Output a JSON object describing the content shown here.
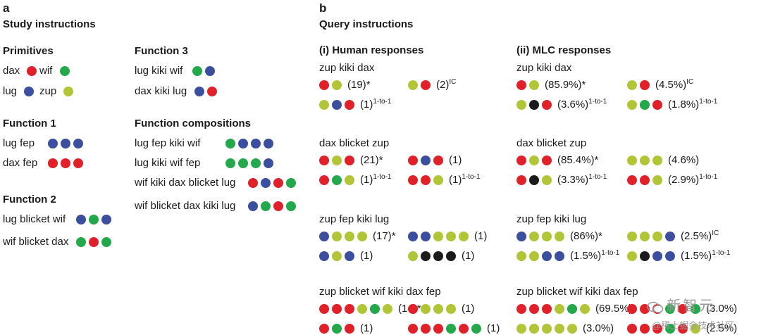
{
  "colors": {
    "red": "#e02129",
    "green": "#23a94b",
    "blue": "#3c4f9e",
    "lime": "#b2c536",
    "black": "#1b1b1b"
  },
  "panel_a": {
    "letter": "a",
    "title": "Study instructions",
    "primitives": {
      "title": "Primitives",
      "items": [
        {
          "word": "dax",
          "dots": [
            "red"
          ]
        },
        {
          "word": "wif",
          "dots": [
            "green"
          ]
        },
        {
          "word": "lug",
          "dots": [
            "blue"
          ]
        },
        {
          "word": "zup",
          "dots": [
            "lime"
          ]
        }
      ]
    },
    "function1": {
      "title": "Function 1",
      "items": [
        {
          "text": "lug fep",
          "dots": [
            "blue",
            "blue",
            "blue"
          ]
        },
        {
          "text": "dax fep",
          "dots": [
            "red",
            "red",
            "red"
          ]
        }
      ]
    },
    "function2": {
      "title": "Function 2",
      "items": [
        {
          "text": "lug blicket wif",
          "dots": [
            "blue",
            "green",
            "blue"
          ]
        },
        {
          "text": "wif blicket dax",
          "dots": [
            "green",
            "red",
            "green"
          ]
        }
      ]
    },
    "function3": {
      "title": "Function 3",
      "items": [
        {
          "text": "lug kiki wif",
          "dots": [
            "green",
            "blue"
          ]
        },
        {
          "text": "dax kiki lug",
          "dots": [
            "blue",
            "red"
          ]
        }
      ]
    },
    "compositions": {
      "title": "Function compositions",
      "items": [
        {
          "text": "lug fep kiki wif",
          "dots": [
            "green",
            "blue",
            "blue",
            "blue"
          ]
        },
        {
          "text": "lug kiki wif fep",
          "dots": [
            "green",
            "green",
            "green",
            "blue"
          ]
        },
        {
          "text": "wif kiki dax blicket lug",
          "dots": [
            "red",
            "blue",
            "red",
            "green"
          ]
        },
        {
          "text": "wif blicket dax kiki lug",
          "dots": [
            "blue",
            "green",
            "red",
            "green"
          ]
        }
      ]
    }
  },
  "panel_b": {
    "letter": "b",
    "title": "Query instructions",
    "human": {
      "title": "(i) Human responses",
      "queries": [
        {
          "phrase": "zup kiki dax",
          "responses": [
            {
              "dots": [
                "red",
                "lime"
              ],
              "count": "(19)",
              "tag": "*"
            },
            {
              "dots": [
                "lime",
                "red"
              ],
              "count": "(2)",
              "tag": "IC"
            },
            {
              "dots": [
                "lime",
                "blue",
                "red"
              ],
              "count": "(1)",
              "tag": "1-to-1"
            }
          ]
        },
        {
          "phrase": "dax blicket zup",
          "responses": [
            {
              "dots": [
                "red",
                "lime",
                "red"
              ],
              "count": "(21)",
              "tag": "*"
            },
            {
              "dots": [
                "red",
                "blue",
                "red"
              ],
              "count": "(1)",
              "tag": ""
            },
            {
              "dots": [
                "red",
                "green",
                "lime"
              ],
              "count": "(1)",
              "tag": "1-to-1"
            },
            {
              "dots": [
                "red",
                "red",
                "lime"
              ],
              "count": "(1)",
              "tag": "1-to-1"
            }
          ]
        },
        {
          "phrase": "zup fep kiki lug",
          "responses": [
            {
              "dots": [
                "blue",
                "lime",
                "lime",
                "lime"
              ],
              "count": "(17)",
              "tag": "*"
            },
            {
              "dots": [
                "blue",
                "blue",
                "lime",
                "lime",
                "lime"
              ],
              "count": "(1)",
              "tag": ""
            },
            {
              "dots": [
                "blue",
                "lime",
                "blue"
              ],
              "count": "(1)",
              "tag": ""
            },
            {
              "dots": [
                "lime",
                "black",
                "black",
                "black"
              ],
              "count": "(1)",
              "tag": ""
            }
          ]
        },
        {
          "phrase": "zup blicket wif kiki dax fep",
          "responses": [
            {
              "dots": [
                "red",
                "red",
                "red",
                "lime",
                "green",
                "lime"
              ],
              "count": "(14)",
              "tag": "*"
            },
            {
              "dots": [
                "red",
                "lime",
                "lime",
                "lime"
              ],
              "count": "(1)",
              "tag": ""
            },
            {
              "dots": [
                "red",
                "green",
                "red"
              ],
              "count": "(1)",
              "tag": ""
            },
            {
              "dots": [
                "red",
                "red",
                "red",
                "green",
                "red",
                "green"
              ],
              "count": "(1)",
              "tag": ""
            }
          ]
        }
      ]
    },
    "mlc": {
      "title": "(ii) MLC responses",
      "queries": [
        {
          "phrase": "zup kiki dax",
          "responses": [
            {
              "dots": [
                "red",
                "lime"
              ],
              "count": "(85.9%)",
              "tag": "*"
            },
            {
              "dots": [
                "lime",
                "red"
              ],
              "count": "(4.5%)",
              "tag": "IC"
            },
            {
              "dots": [
                "lime",
                "black",
                "red"
              ],
              "count": "(3.6%)",
              "tag": "1-to-1"
            },
            {
              "dots": [
                "lime",
                "green",
                "red"
              ],
              "count": "(1.8%)",
              "tag": "1-to-1"
            }
          ]
        },
        {
          "phrase": "dax blicket zup",
          "responses": [
            {
              "dots": [
                "red",
                "lime",
                "red"
              ],
              "count": "(85.4%)",
              "tag": "*"
            },
            {
              "dots": [
                "lime",
                "lime",
                "lime"
              ],
              "count": "(4.6%)",
              "tag": ""
            },
            {
              "dots": [
                "red",
                "black",
                "lime"
              ],
              "count": "(3.3%)",
              "tag": "1-to-1"
            },
            {
              "dots": [
                "red",
                "red",
                "lime"
              ],
              "count": "(2.9%)",
              "tag": "1-to-1"
            }
          ]
        },
        {
          "phrase": "zup fep kiki lug",
          "responses": [
            {
              "dots": [
                "blue",
                "lime",
                "lime",
                "lime"
              ],
              "count": "(86%)",
              "tag": "*"
            },
            {
              "dots": [
                "lime",
                "lime",
                "lime",
                "blue"
              ],
              "count": "(2.5%)",
              "tag": "IC"
            },
            {
              "dots": [
                "lime",
                "lime",
                "blue",
                "blue"
              ],
              "count": "(1.5%)",
              "tag": "1-to-1"
            },
            {
              "dots": [
                "lime",
                "black",
                "blue",
                "blue"
              ],
              "count": "(1.5%)",
              "tag": "1-to-1"
            }
          ]
        },
        {
          "phrase": "zup blicket wif kiki dax fep",
          "responses": [
            {
              "dots": [
                "red",
                "red",
                "red",
                "lime",
                "green",
                "lime"
              ],
              "count": "(69.5%)",
              "tag": "*"
            },
            {
              "dots": [
                "red",
                "red",
                "red",
                "green",
                "red",
                "green"
              ],
              "count": "(3.0%)",
              "tag": ""
            },
            {
              "dots": [
                "lime",
                "lime",
                "lime",
                "lime",
                "lime"
              ],
              "count": "(3.0%)",
              "tag": ""
            },
            {
              "dots": [
                "red",
                "red",
                "red",
                "green",
                "red",
                "lime"
              ],
              "count": "(2.5%)",
              "tag": ""
            }
          ]
        }
      ]
    }
  },
  "watermark": {
    "line1": "新智元",
    "line2": "@稀土掘金技术社区"
  }
}
